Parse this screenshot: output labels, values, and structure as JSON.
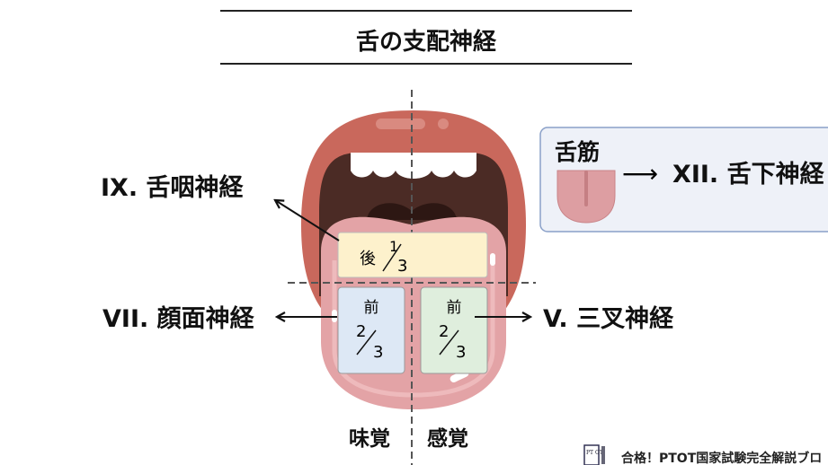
{
  "title": "舌の支配神経",
  "nerves": {
    "glossopharyngeal": "IX. 舌咽神経",
    "facial": "VII. 顔面神経",
    "trigeminal": "V. 三叉神経",
    "hypoglossal": "XII. 舌下神経"
  },
  "regions": {
    "posterior": {
      "label": "後",
      "num": "1",
      "den": "3"
    },
    "anterior_left": {
      "label": "前",
      "num": "2",
      "den": "3"
    },
    "anterior_right": {
      "label": "前",
      "num": "2",
      "den": "3"
    }
  },
  "muscle_box": {
    "label": "舌筋",
    "arrow": "⟶"
  },
  "bottom_labels": {
    "taste": "味覚",
    "sensation": "感覚"
  },
  "footer": {
    "logo_text": "PT OT",
    "blog_name": "合格！PTOT国家試験完全解説ブロ"
  },
  "colors": {
    "lips": "#c9685c",
    "mouth": "#4b2b25",
    "tongue": "#e3a3a6",
    "posterior": "#fdf1cc",
    "anterior_left": "#dde8f5",
    "anterior_right": "#dfeedd",
    "muscle_box": "#eef1f8"
  }
}
